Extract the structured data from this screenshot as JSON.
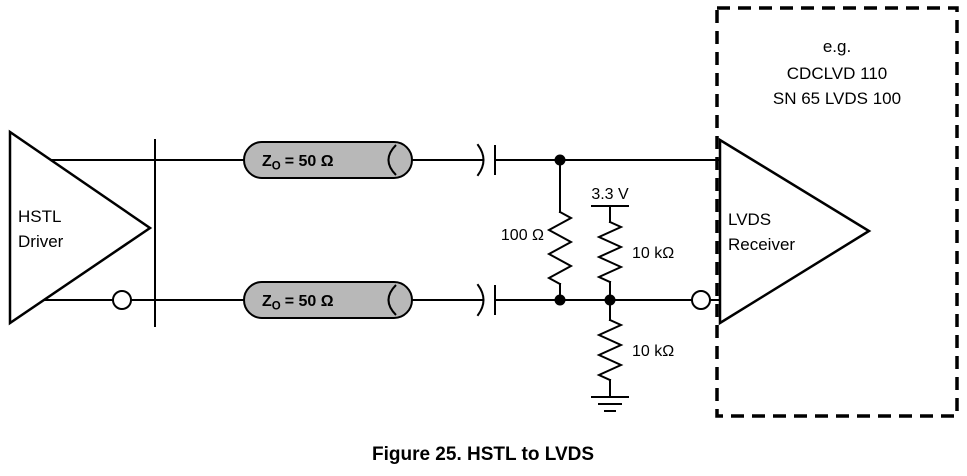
{
  "figure": {
    "caption": "Figure 25. HSTL to LVDS"
  },
  "driver": {
    "line1": "HSTL",
    "line2": "Driver"
  },
  "receiver": {
    "line1": "LVDS",
    "line2": "Receiver"
  },
  "receiver_box": {
    "prefix": "e.g.",
    "example_part_1": "CDCLVD 110",
    "example_part_2": "SN 65 LVDS 100"
  },
  "transmission_lines": {
    "impedance_symbol": "Z",
    "impedance_subscript": "O",
    "impedance_value": "= 50 Ω"
  },
  "components": {
    "termination_resistor": "100 Ω",
    "supply_voltage": "3.3 V",
    "pullup_resistor": "10 kΩ",
    "pulldown_resistor": "10 kΩ"
  },
  "colors": {
    "line": "#000000",
    "cylinder_fill": "#b8b8b8",
    "background": "#ffffff"
  }
}
